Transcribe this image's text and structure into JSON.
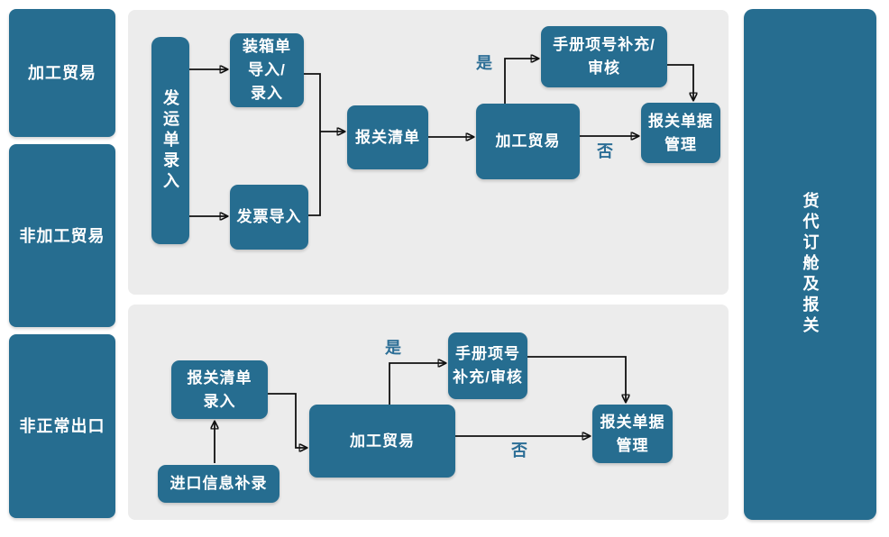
{
  "colors": {
    "node_fill": "#266d90",
    "panel_bg": "#ececec",
    "node_text": "#ffffff",
    "label_text": "#2c6e96",
    "canvas_bg": "#ffffff"
  },
  "left_column": {
    "items": [
      {
        "label": "加工贸易"
      },
      {
        "label": "非加工贸易"
      },
      {
        "label": "非正常出口"
      }
    ]
  },
  "right_bar": {
    "label": "货代订舱及报关"
  },
  "top_flow": {
    "shipping_entry": "发运单录入",
    "packing_import": "装箱单\n导入/\n录入",
    "invoice_import": "发票导入",
    "declaration_list": "报关清单",
    "processing_trade": "加工贸易",
    "manual_item": "手册项号补充/\n审核",
    "customs_docs": "报关单据\n管理",
    "yes_label": "是",
    "no_label": "否"
  },
  "bottom_flow": {
    "declaration_list_entry": "报关清单\n录入",
    "import_info": "进口信息补录",
    "processing_trade": "加工贸易",
    "manual_item": "手册项号\n补充/审核",
    "customs_docs": "报关单据\n管理",
    "yes_label": "是",
    "no_label": "否"
  }
}
